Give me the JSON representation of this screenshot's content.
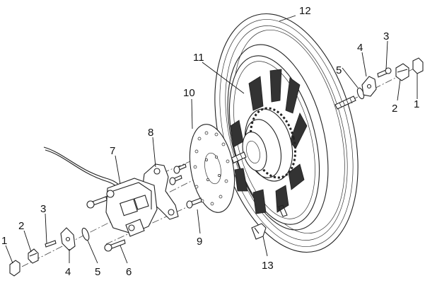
{
  "diagram": {
    "callouts": [
      {
        "id": "c12",
        "label": "12"
      },
      {
        "id": "c11",
        "label": "11"
      },
      {
        "id": "c10",
        "label": "10"
      },
      {
        "id": "c9",
        "label": "9"
      },
      {
        "id": "c8",
        "label": "8"
      },
      {
        "id": "c7",
        "label": "7"
      },
      {
        "id": "c6",
        "label": "6"
      },
      {
        "id": "c5l",
        "label": "5"
      },
      {
        "id": "c4l",
        "label": "4"
      },
      {
        "id": "c3l",
        "label": "3"
      },
      {
        "id": "c2l",
        "label": "2"
      },
      {
        "id": "c1l",
        "label": "1"
      },
      {
        "id": "c13",
        "label": "13"
      },
      {
        "id": "c3r",
        "label": "3"
      },
      {
        "id": "c4r",
        "label": "4"
      },
      {
        "id": "c5r",
        "label": "5"
      },
      {
        "id": "c2r",
        "label": "2"
      },
      {
        "id": "c1r",
        "label": "1"
      }
    ]
  }
}
